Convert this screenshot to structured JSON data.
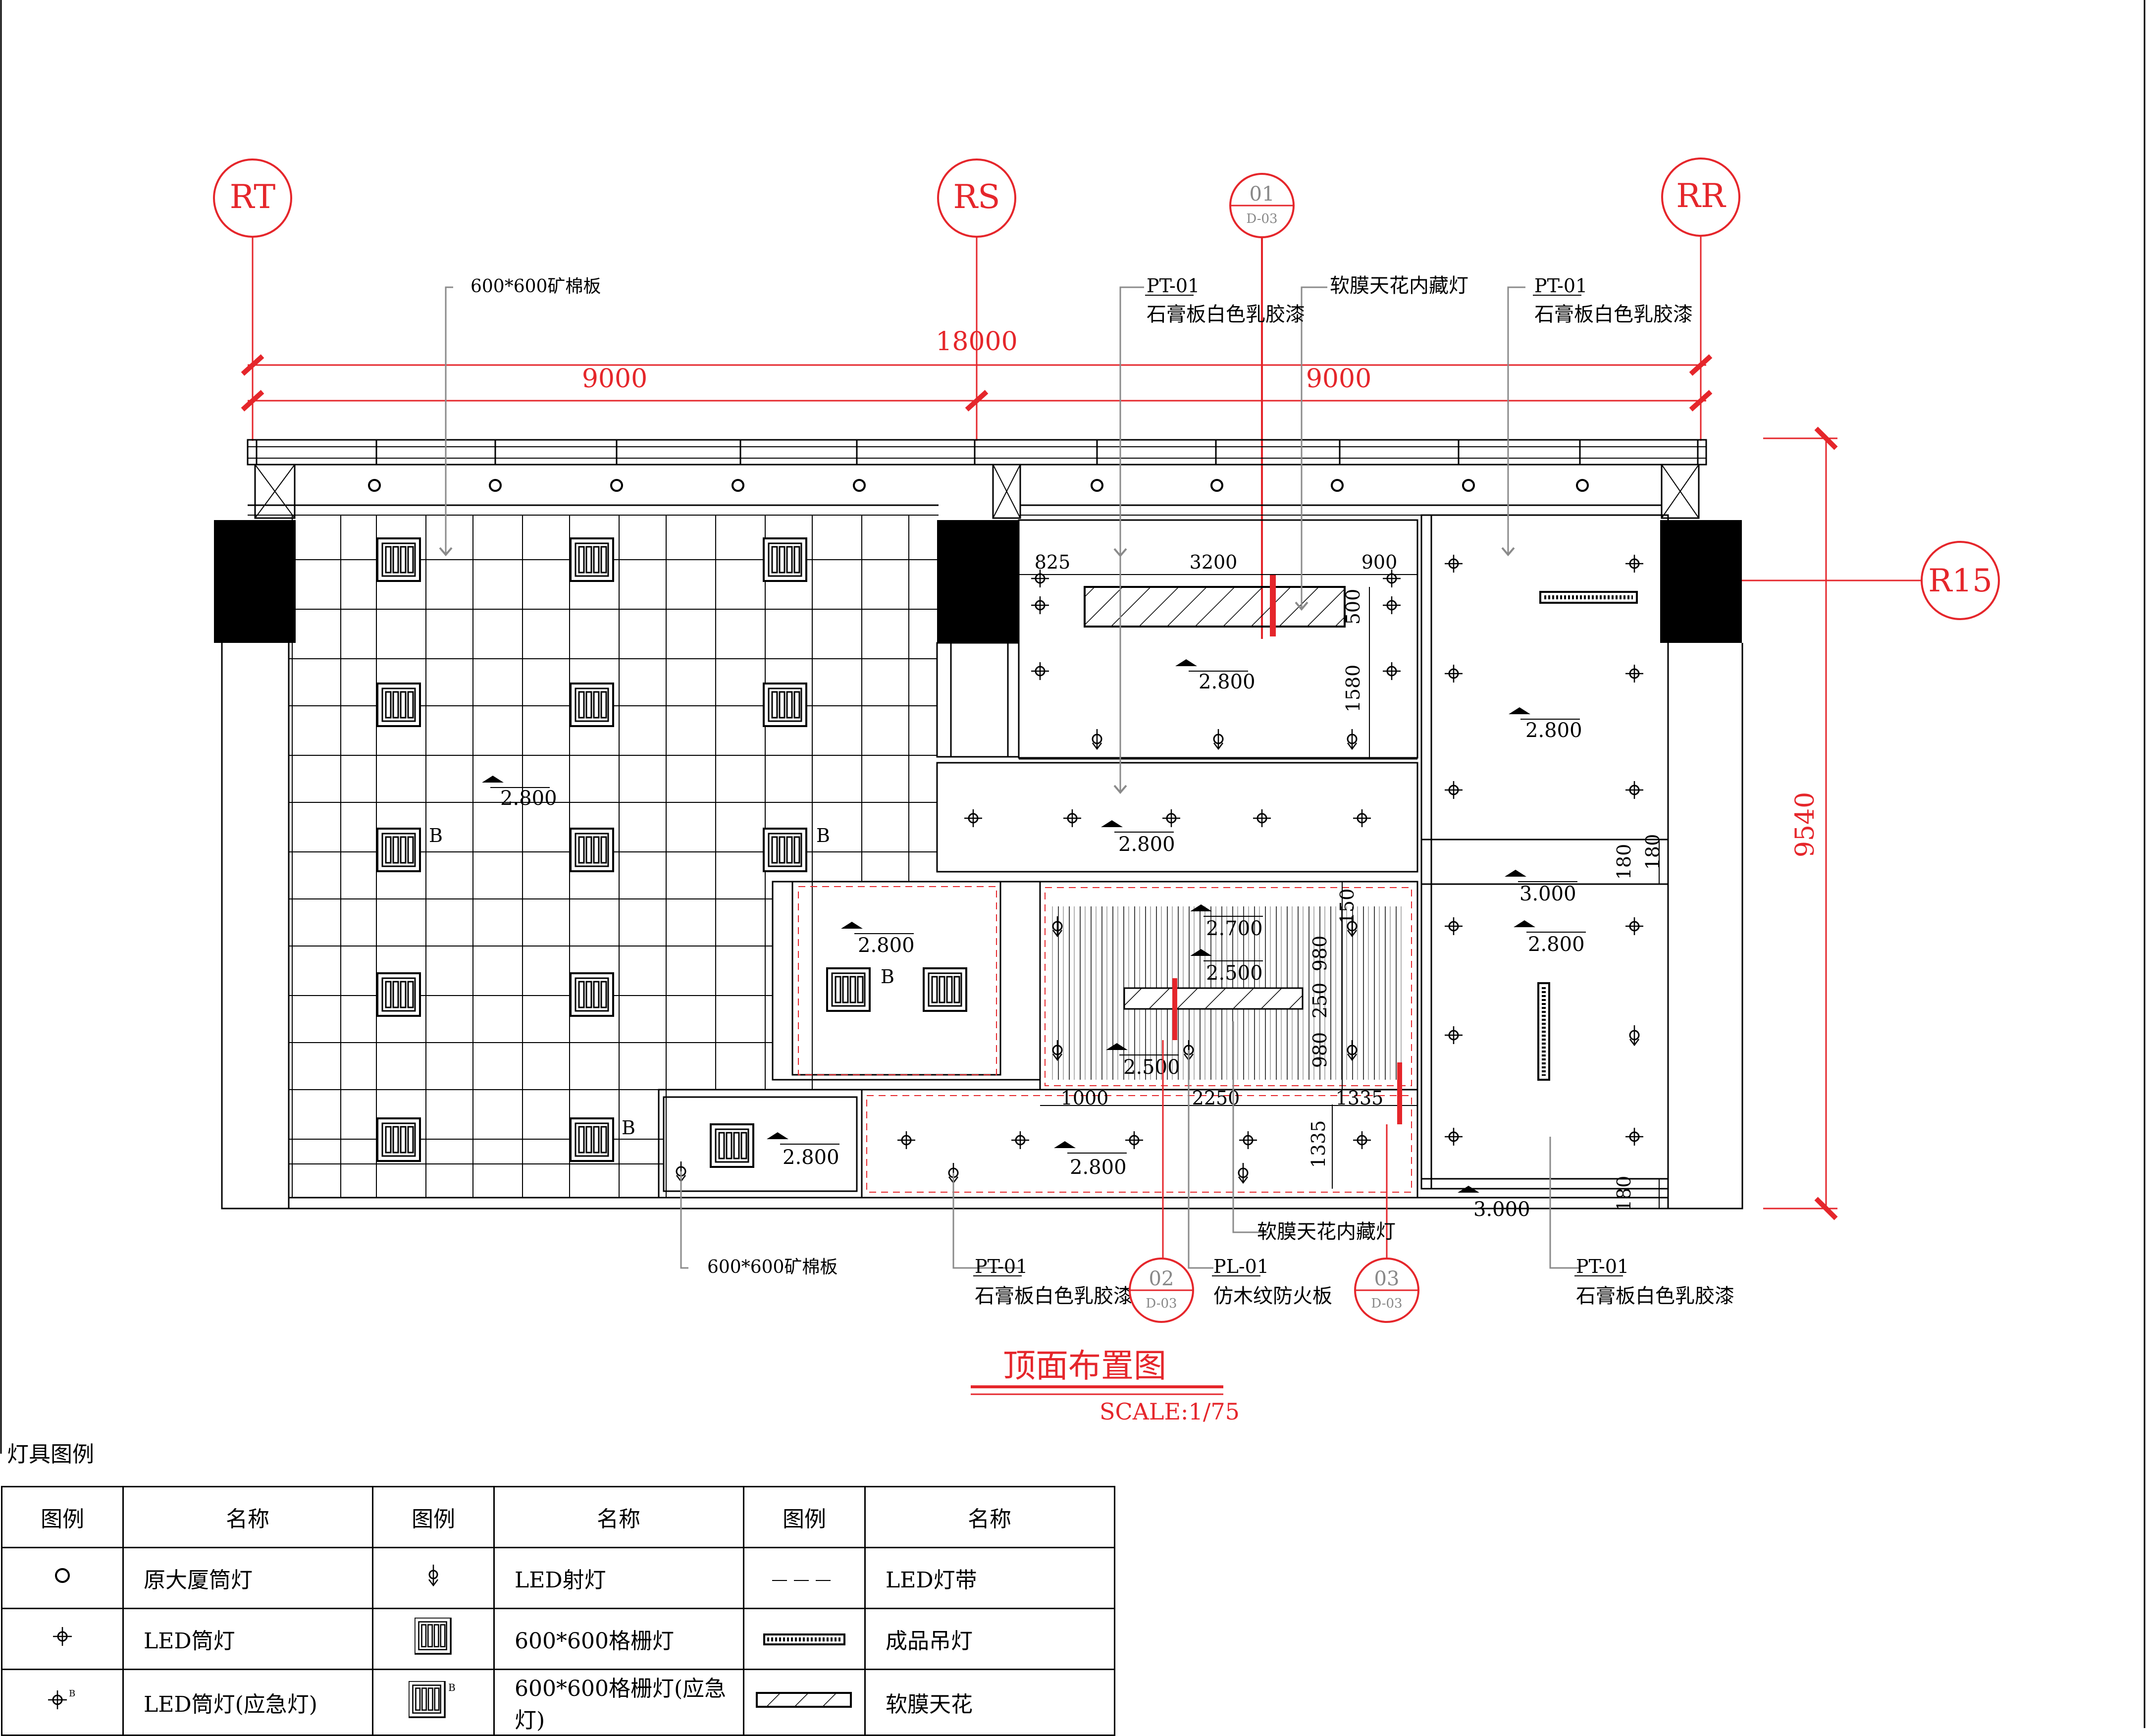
{
  "axes": {
    "rt": "RT",
    "rs": "RS",
    "rr": "RR",
    "r15": "R15"
  },
  "section_marks": [
    {
      "num": "01",
      "ref": "D-03"
    },
    {
      "num": "02",
      "ref": "D-03"
    },
    {
      "num": "03",
      "ref": "D-03"
    }
  ],
  "dimensions": {
    "total": "18000",
    "left_half": "9000",
    "right_half": "9000",
    "height": "9540",
    "d825": "825",
    "d3200": "3200",
    "d900": "900",
    "d500": "500",
    "d1580": "1580",
    "d180a": "180",
    "d180b": "180",
    "d150": "150",
    "d980a": "980",
    "d250": "250",
    "d980b": "980",
    "d1000": "1000",
    "d2250": "2250",
    "d1335a": "1335",
    "d1335b": "1335",
    "d180c": "180"
  },
  "levels": {
    "l1": "2.800",
    "l2": "2.800",
    "l3": "2.800",
    "l4": "2.800",
    "l5": "2.800",
    "l6": "3.000",
    "l7": "2.800",
    "l8": "2.700",
    "l9": "2.500",
    "l10": "2.500",
    "l11": "2.800",
    "l12": "2.800",
    "l13": "3.000"
  },
  "emergency_mark": "B",
  "annotations": {
    "mineral_top": "600*600矿棉板",
    "pt01_top_a_code": "PT-01",
    "pt01_top_a_text": "石膏板白色乳胶漆",
    "softfilm_top": "软膜天花内藏灯",
    "pt01_top_b_code": "PT-01",
    "pt01_top_b_text": "石膏板白色乳胶漆",
    "mineral_bottom": "600*600矿棉板",
    "pt01_bottom_a_code": "PT-01",
    "pt01_bottom_a_text": "石膏板白色乳胶漆",
    "softfilm_bottom": "软膜天花内藏灯",
    "pl01_code": "PL-01",
    "pl01_text": "仿木纹防火板",
    "pt01_bottom_b_code": "PT-01",
    "pt01_bottom_b_text": "石膏板白色乳胶漆"
  },
  "drawing_title": "顶面布置图",
  "scale": "SCALE:1/75",
  "legend": {
    "title": "灯具图例",
    "headers": [
      "图例",
      "名称",
      "图例",
      "名称",
      "图例",
      "名称"
    ],
    "rows": [
      [
        {
          "icon": "circle-icon",
          "name": "原大厦筒灯"
        },
        {
          "icon": "led-spot-icon",
          "name": "LED射灯"
        },
        {
          "icon": "dashed-line-icon",
          "name": "LED灯带"
        }
      ],
      [
        {
          "icon": "led-downlight-icon",
          "name": "LED筒灯"
        },
        {
          "icon": "grille-icon",
          "name": "600*600格栅灯"
        },
        {
          "icon": "pendant-bar-icon",
          "name": "成品吊灯"
        }
      ],
      [
        {
          "icon": "led-downlight-emergency-icon",
          "name": "LED筒灯(应急灯)"
        },
        {
          "icon": "grille-emergency-icon",
          "name": "600*600格栅灯(应急灯)"
        },
        {
          "icon": "soft-film-icon",
          "name": "软膜天花"
        }
      ]
    ]
  },
  "colors": {
    "red": "#e5262b",
    "line": "#000000",
    "grey": "#8a8a8a"
  }
}
